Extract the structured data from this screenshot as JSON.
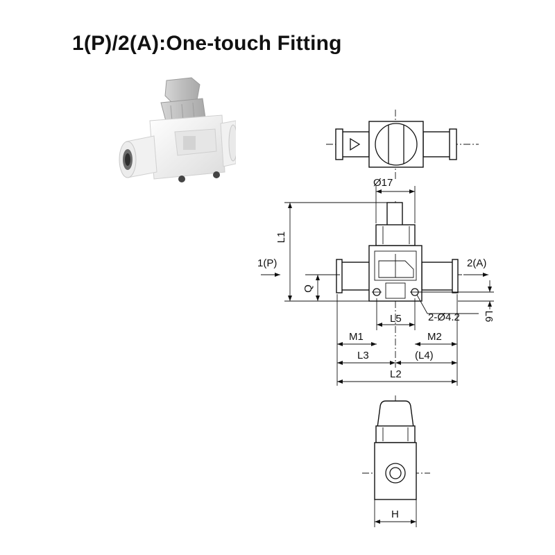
{
  "title": "1(P)/2(A):One-touch Fitting",
  "photo": {
    "icon": "hand-valve-photo",
    "body_color": "#f4f4f4",
    "knob_color": "#c4c4c4"
  },
  "drawing": {
    "labels": {
      "diameter_17": "Ø17",
      "L1": "L1",
      "port_1": "1(P)",
      "port_2": "2(A)",
      "Q": "Q",
      "L5": "L5",
      "holes": "2-Ø4.2",
      "L6": "L6",
      "M1": "M1",
      "M2": "M2",
      "L3": "L3",
      "L4": "(L4)",
      "L2": "L2",
      "H": "H"
    }
  }
}
